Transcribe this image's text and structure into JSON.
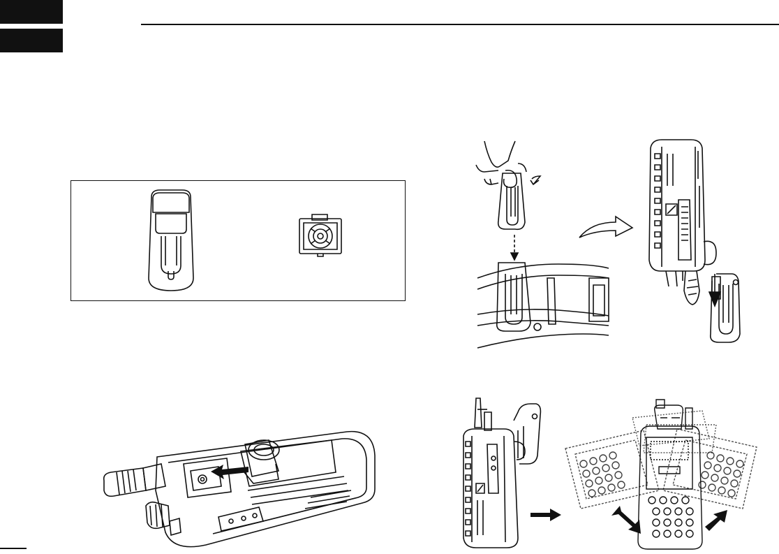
{
  "page": {
    "tab_top_label": "",
    "tab_bottom_label": ""
  },
  "figures": {
    "belt_clip": "belt-clip",
    "clip_adapter": "clip-adapter-base",
    "attach_adapter": "radio-back-with-adapter",
    "clip_onto_belt": "clip-to-belt-steps",
    "radio_on_clip": "radio-attached-to-clip",
    "radio_rotate": "radio-rotation"
  },
  "colors": {
    "ink": "#111111",
    "paper": "#ffffff"
  }
}
